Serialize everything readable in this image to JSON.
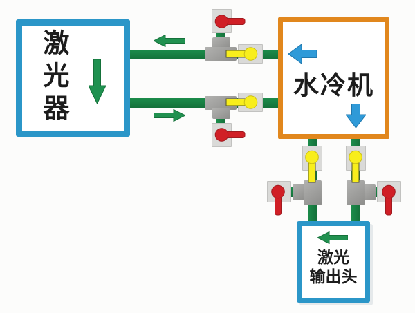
{
  "diagram": {
    "type": "laser-water-cooling-plumbing-schematic",
    "boxes": {
      "laser": {
        "label": "激光器"
      },
      "chiller": {
        "label": "水冷机"
      },
      "output": {
        "line1": "激光",
        "line2": "输出头"
      }
    },
    "icons": {
      "flow_arrows_green": [
        "left-above-top-pipe",
        "right-below-bottom-pipe",
        "down-inside-laser-box",
        "left-inside-output-box"
      ],
      "flow_arrows_blue": [
        "left-inside-chiller-top",
        "down-inside-chiller-bottom"
      ],
      "valves": [
        "red-ball-valve x4",
        "yellow-coupling x4",
        "gray-tee-fitting x4"
      ]
    },
    "colors": {
      "box_blue": "#2b96c8",
      "box_orange": "#e1871d",
      "pipe_green": "#188044",
      "arrow_green": "#219150",
      "arrow_blue": "#2f9ad8",
      "valve_red": "#d01f26",
      "valve_yellow": "#f8ee1c",
      "fitting_gray": "#9d9d9d",
      "valve_block_gray": "#dadad8",
      "label_black": "#1c1c1c",
      "background": "#fcfcfb"
    }
  }
}
